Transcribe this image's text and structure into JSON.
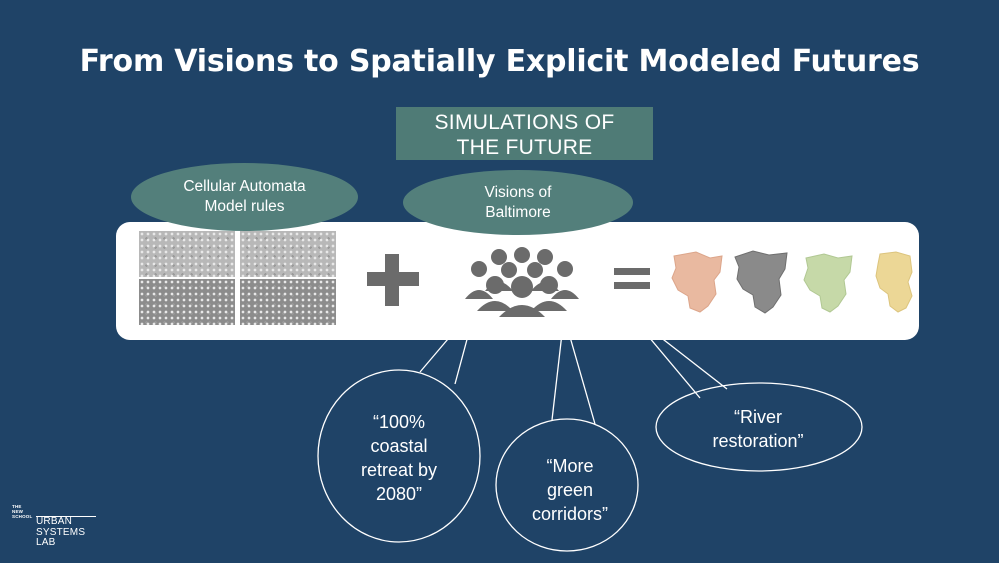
{
  "slide": {
    "title": "From Visions to Spatially Explicit Modeled Futures",
    "simulations_label_line1": "SIMULATIONS OF",
    "simulations_label_line2": "THE FUTURE",
    "ca_label_line1": "Cellular Automata",
    "ca_label_line2": "Model rules",
    "visions_label_line1": "Visions of",
    "visions_label_line2": "Baltimore",
    "plus_symbol": "+",
    "equals_symbol": "=",
    "callouts": {
      "coastal": [
        "“100%",
        "coastal",
        "retreat by",
        "2080”"
      ],
      "green": [
        "“More",
        "green",
        "corridors”"
      ],
      "river": [
        "“River",
        "restoration”"
      ]
    },
    "logo": {
      "school_line1": "THE",
      "school_line2": "NEW",
      "school_line3": "SCHOOL",
      "lab_line1": "URBAN",
      "lab_line2": "SYSTEMS",
      "lab_line3": "LAB"
    }
  },
  "colors": {
    "background": "#1f4367",
    "teal": "#537f7b",
    "band": "#ffffff",
    "icon_gray": "#6b6b6b",
    "map_peach": "#e9b9a0",
    "map_gray": "#8a8a8a",
    "map_green": "#c6d9a8",
    "map_yellow": "#ecd796"
  },
  "icons": [
    "plus-icon",
    "people-icon",
    "equals-icon"
  ]
}
